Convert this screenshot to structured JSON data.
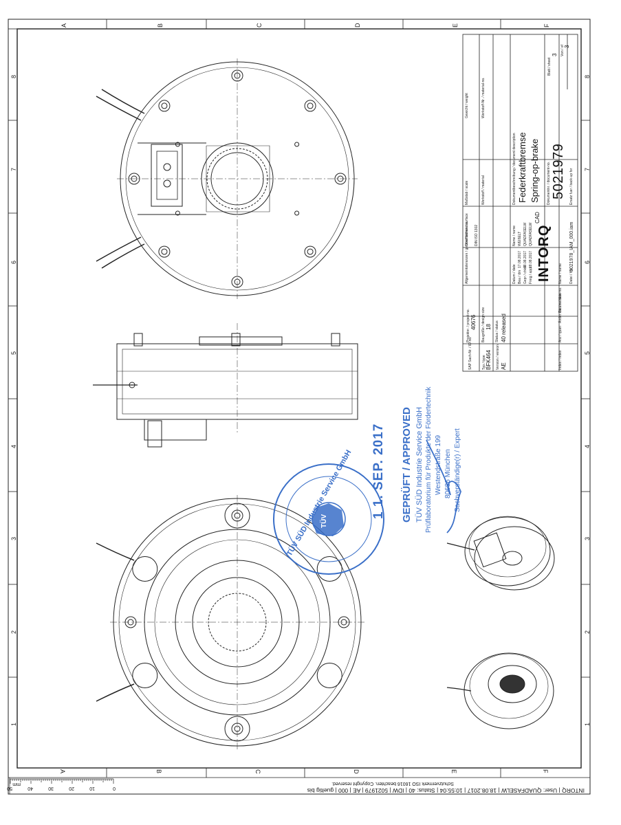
{
  "title_block": {
    "sap_no_label": "SAP Sach-Nr. / ID-no.",
    "project_label": "Projektnr. / project-no.",
    "project_no": "40676",
    "tolerance_label": "Allgemeintoleranzen / general tolerances",
    "tolerance_std": "DIN ISO 1302",
    "surface_label": "Oberflächen / surface",
    "scale_label": "Maßstab / scale",
    "weight_label": "Gewicht / weight",
    "material_label": "Werkstoff / material",
    "material_no_label": "Werkstoff-Nr. / material-no.",
    "type_label": "Typ / type",
    "type": "BFK464",
    "design_size_label": "Baugröße / design size",
    "design_size": "18",
    "version_label": "Version / version",
    "version": "AE",
    "status_label": "Status / status",
    "status": "40  released",
    "date_label": "Datum / date",
    "name_label": "Name / name",
    "drawn_label": "Bea / drn",
    "drawn_date": "17.08.2017",
    "drawn_name": "WEIßELT",
    "checked_label": "Gepr / chkd",
    "checked_date": "18.08.2017",
    "checked_name": "QUADFASELW",
    "approved_label": "Freig / appr",
    "approved_date": "18.08.2017",
    "approved_name": "QUADFASELW",
    "cad": "CAD",
    "doc_desc_label": "Dokumentbeschreibung / document description",
    "desc_de": "Federkraftbremse",
    "desc_en": "Spring-op-brake",
    "doc_no_label": "Dokumentnr. / document-no.",
    "doc_no": "5021979",
    "replace_label": "Ersatz fuer / back-up for",
    "file_label": "Datei / file",
    "file": "5021978_IAM_000.iam",
    "sheet_label": "Blatt / sheet",
    "sheet": "3",
    "of_label": "Von / of",
    "of": "3",
    "index_label": "Index / index",
    "change_label": "Anz / quan",
    "change_no_label": "Änder.-Nr. / revision-no.",
    "rev_date_label": "Datum / date",
    "rev_name_label": "Name / name",
    "logo": "INTORQ"
  },
  "stamp": {
    "circle_text": "TÜV SÜD Industrie Service GmbH",
    "date": "1 1. SEP. 2017",
    "approved": "GEPRÜFT / APPROVED",
    "line1": "TÜV SÜD Industrie Service GmbH",
    "line2": "Prüflaboratorium für Produkte der Fördertechnik",
    "line3": "Westendstraße 199",
    "line4": "80686 München",
    "line5": "Sachverständige(r) / Expert",
    "badge": "TÜV"
  },
  "footer": {
    "line1": "Schutzvermerk ISO 16016 beachten. Copyright reserved.",
    "line2": "INTORQ | User: QUADFASELW | 18.08.2017 | 10:55:04 | Status: 40 | IDW | 5021979 | AE | 000 | gueltig bis",
    "scale_unit": "mm",
    "scale_ticks": [
      "0",
      "10",
      "20",
      "30",
      "40",
      "50"
    ]
  },
  "zones": {
    "top": [
      "A",
      "B",
      "C",
      "D",
      "E",
      "F"
    ],
    "right": [
      "8",
      "7",
      "6",
      "5",
      "4",
      "3",
      "2",
      "1"
    ],
    "left": [
      "8",
      "7",
      "6",
      "5",
      "4",
      "3",
      "2",
      "1"
    ],
    "bottom": [
      "A",
      "B",
      "C",
      "D",
      "E",
      "F"
    ]
  },
  "colors": {
    "stamp": "#3a6fc8",
    "line": "#222222"
  }
}
